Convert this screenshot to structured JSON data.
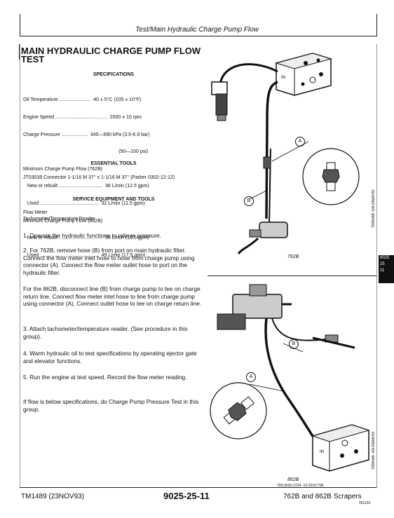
{
  "header": {
    "title": "Test/Main Hydraulic Charge Pump Flow"
  },
  "title_lines": [
    "MAIN HYDRAULIC CHARGE PUMP FLOW",
    "TEST"
  ],
  "specifications": {
    "heading": "SPECIFICATIONS",
    "rows": [
      "Oil Temperature .......................  40 ± 5°C (105 ± 10°F)",
      "Engine Speed ......................................  2000 ± 10 rpm",
      "Charge Pressure ...................  345—690 kPa (3.5-6.9 bar)",
      "                                                                      (50—100 psi)",
      "Minimum Charge Pump Flow (762B)",
      "   New or rebuilt ................................  36 L/min (12.5 gpm)",
      "   Used ...........................................  32 L/min (11.5 gpm)",
      "Minimum Charge Pump Flow (862B)",
      "   New or rebuilt ................................  55 L/min (19.5 gpm)",
      "   Used ...........................................  49 L/min (17.5 gpm)"
    ]
  },
  "essential_tools": {
    "heading": "ESSENTIAL TOOLS",
    "text": "JT03039 Connector 1-1/16 M 37° x 1-1/16 M 37° (Parker 0302-12-12)"
  },
  "service_equipment": {
    "heading": "SERVICE EQUIPMENT AND TOOLS",
    "items": [
      "Flow Meter",
      "Tachometer/Temperature Reader"
    ]
  },
  "steps": [
    "1. Operate the hydraulic functions to relieve pressure.",
    "2. For 762B, remove hose (B) from port on main hydraulic filter. Connect the flow meter inlet hose to hose from charge pump using connector (A). Connect the flow meter outlet hose to port on the hydraulic filter.",
    "For the 862B, disconnect line (B) from charge pump to tee on charge return line. Connect flow meter inlet hose to line from charge pump using connector (A). Connect outlet hose to tee on charge return line.",
    "3. Attach tachometer/temperature reader. (See procedure in this group).",
    "4. Warm hydraulic oil to test specifications by operating ejector gate and elevator functions.",
    "5. Run the engine at test speed. Record the flow meter reading.",
    "If flow is below specifications, do Charge Pump Pressure Test in this group."
  ],
  "figures": {
    "top_label": "762B",
    "bottom_label": "862B",
    "callout_a": "A",
    "callout_b": "B",
    "vert_top": "T8950AB  -UN-25MAY93",
    "vert_bottom": "T8950AA  -UN-25MAY93",
    "fig_ref": "T80,9025,C034  -19-22OCT96"
  },
  "side_tab": [
    "9025",
    "25",
    "11"
  ],
  "footer": {
    "left": "TM1489 (23NOV93)",
    "center": "9025-25-11",
    "right": "762B and 862B Scrapers",
    "code": "091193"
  }
}
